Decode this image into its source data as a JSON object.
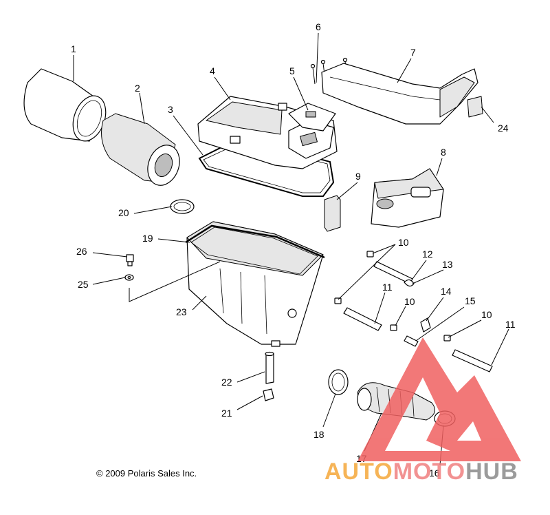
{
  "callouts": [
    "1",
    "2",
    "3",
    "4",
    "5",
    "6",
    "7",
    "8",
    "9",
    "10",
    "10",
    "10",
    "10",
    "11",
    "11",
    "12",
    "13",
    "14",
    "15",
    "16",
    "17",
    "18",
    "19",
    "20",
    "21",
    "22",
    "23",
    "24",
    "25",
    "26"
  ],
  "copyright": "© 2009 Polaris Sales Inc.",
  "watermark": {
    "part1": "AUTO",
    "part2": "MOTO",
    "part3": "HUB",
    "colors": {
      "orange": "#f5a83a",
      "red": "#f08080",
      "gray": "#8a8a8a",
      "triangle": "#f06060"
    }
  }
}
